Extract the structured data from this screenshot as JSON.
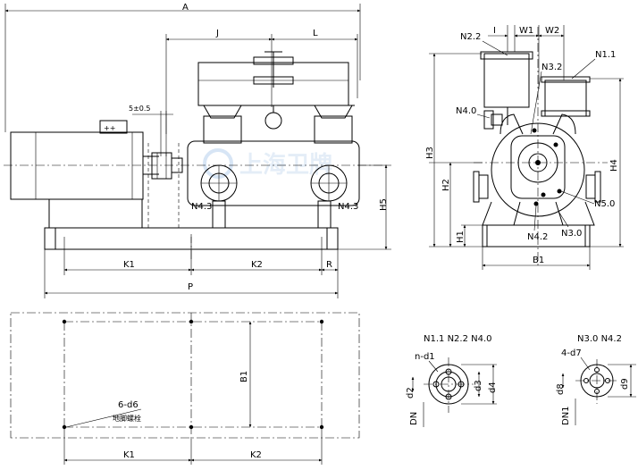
{
  "watermark": {
    "text": "上海卫牌",
    "color": "#9fc1e6"
  },
  "front_view": {
    "dims": {
      "A": "A",
      "J": "J",
      "L": "L",
      "K1": "K1",
      "K2": "K2",
      "R": "R",
      "P": "P",
      "H5": "H5",
      "tol": "5±0.5"
    },
    "nozzles": {
      "left": "N4.3",
      "right": "N4.3"
    },
    "motor_plus": "++"
  },
  "side_view": {
    "dims": {
      "I": "I",
      "W1": "W1",
      "W2": "W2",
      "H1": "H1",
      "H2": "H2",
      "H3": "H3",
      "H4": "H4",
      "B1": "B1"
    },
    "nozzles": {
      "n22": "N2.2",
      "n11": "N1.1",
      "n32": "N3.2",
      "n40": "N4.0",
      "n50": "N5.0",
      "n42": "N4.2",
      "n30": "N3.0"
    }
  },
  "plan_view": {
    "dims": {
      "B1": "B1",
      "K1": "K1",
      "K2": "K2"
    },
    "holes": "6-d6",
    "bolt": "地脚螺栓"
  },
  "flange1": {
    "title": "N1.1 N2.2 N4.0",
    "holes": "n-d1",
    "dims": {
      "d2": "d2",
      "d3": "d3",
      "d4": "d4",
      "DN": "DN"
    }
  },
  "flange2": {
    "title": "N3.0 N4.2",
    "holes": "4-d7",
    "dims": {
      "d8": "d8",
      "d9": "d9",
      "DN1": "DN1"
    }
  }
}
